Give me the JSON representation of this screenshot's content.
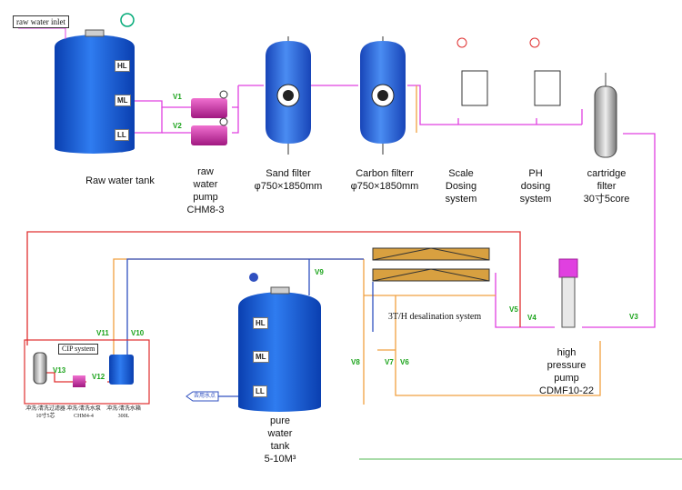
{
  "inlet_label": "raw water inlet",
  "tank_levels": {
    "hl": "HL",
    "ml": "ML",
    "ll": "LL"
  },
  "equipment": {
    "raw_tank": "Raw water tank",
    "raw_pump": [
      "raw",
      "water",
      "pump",
      "CHM8-3"
    ],
    "sand_filter": [
      "Sand filter",
      "φ750×1850mm"
    ],
    "carbon_filter": [
      "Carbon filterr",
      "φ750×1850mm"
    ],
    "scale_dosing": [
      "Scale",
      "Dosing",
      "system"
    ],
    "ph_dosing": [
      "PH",
      "dosing",
      "system"
    ],
    "cartridge": [
      "cartridge",
      "filter",
      "30寸5core"
    ],
    "hp_pump": [
      "high",
      "pressure",
      "pump",
      "CDMF10-22"
    ],
    "pure_tank": [
      "pure",
      "water",
      "tank",
      "5-10M³"
    ],
    "desal": "3T/H desalination system",
    "cip": "CIP system",
    "outlet": "去用水点"
  },
  "cip_labels": [
    [
      "冲洗/清洗过滤器",
      "10寸5芯"
    ],
    [
      "冲洗/清洗水泵",
      "CHM4-4"
    ],
    [
      "冲洗/清洗水箱",
      "300L"
    ]
  ],
  "valves": [
    "V1",
    "V2",
    "V3",
    "V4",
    "V5",
    "V6",
    "V7",
    "V8",
    "V9",
    "V10",
    "V11",
    "V12",
    "V13"
  ],
  "colors": {
    "pink": "#e040e0",
    "orange": "#f0a040",
    "red": "#e03030",
    "blue": "#3050c0",
    "tank": "#1a5ad8"
  }
}
